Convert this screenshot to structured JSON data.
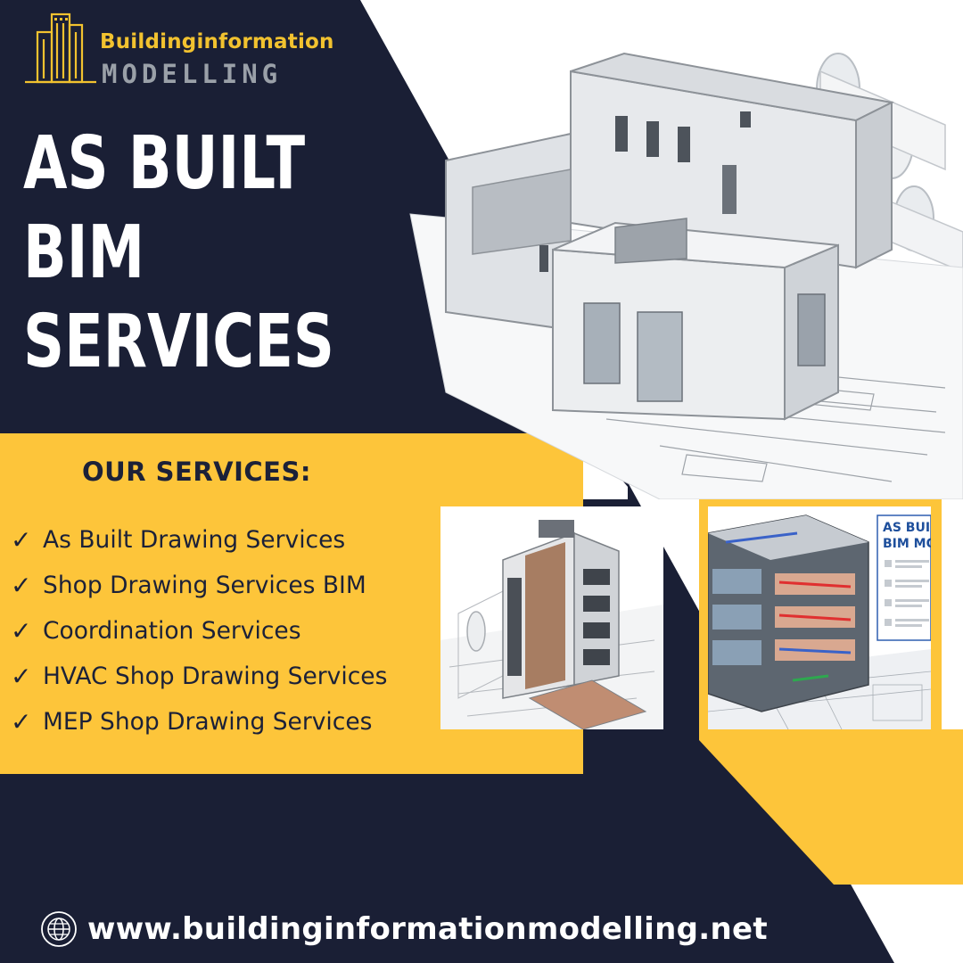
{
  "brand": {
    "name_top": "Buildinginformation",
    "name_bottom": "MODELLING"
  },
  "headline": {
    "line1": "AS BUILT",
    "line2": "BIM",
    "line3": "SERVICES"
  },
  "services": {
    "title": "OUR SERVICES:",
    "items": [
      {
        "label": "As Built Drawing Services"
      },
      {
        "label": "Shop Drawing Services BIM"
      },
      {
        "label": "Coordination Services"
      },
      {
        "label": "HVAC Shop Drawing Services"
      },
      {
        "label": "MEP Shop Drawing Services"
      }
    ]
  },
  "photo2_overlay": {
    "line1": "AS BUIL",
    "line2": "BIM MO"
  },
  "footer": {
    "url": "www.buildinginformationmodelling.net",
    "icon": "globe-icon"
  },
  "colors": {
    "navy": "#1a1f35",
    "yellow": "#fdc53a",
    "brand_gold": "#f2c22f",
    "brand_gray": "#9aa0a8"
  }
}
